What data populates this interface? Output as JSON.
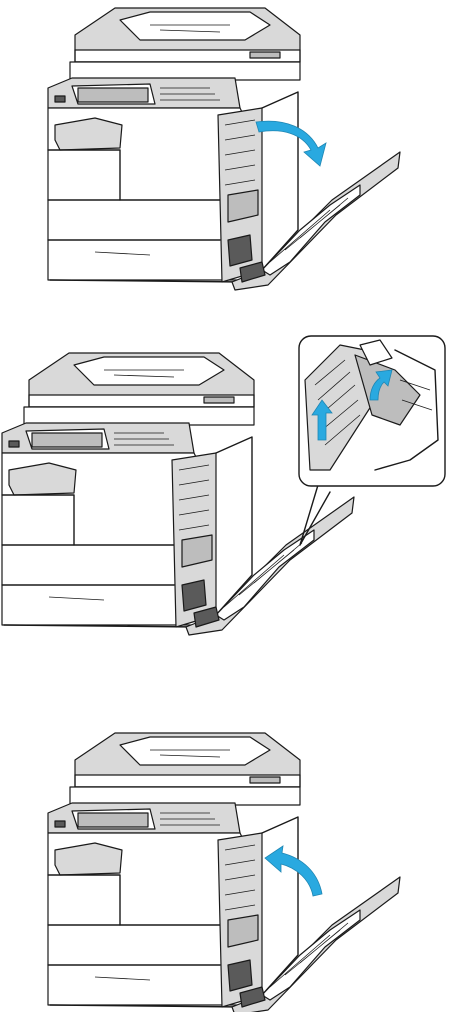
{
  "steps": [
    {
      "action": "open-right-door",
      "arrow_direction": "outward",
      "accent_color": "#29a9e0"
    },
    {
      "action": "remove-jammed-paper",
      "arrow_direction": "upward",
      "accent_color": "#29a9e0",
      "has_detail_callout": true
    },
    {
      "action": "close-right-door",
      "arrow_direction": "inward",
      "accent_color": "#29a9e0"
    }
  ],
  "colors": {
    "arrow": "#29a9e0",
    "line": "#1a1a1a",
    "shade": "#d9d9d9",
    "background": "#ffffff"
  }
}
